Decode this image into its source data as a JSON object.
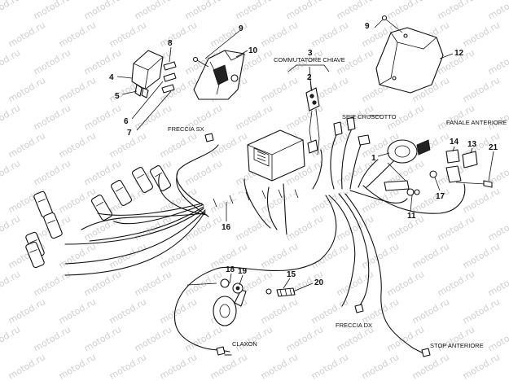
{
  "watermark": "motod.ru",
  "callouts": {
    "c1": "1",
    "c2": "2",
    "c3": "3",
    "c4": "4",
    "c5": "5",
    "c6": "6",
    "c7": "7",
    "c8": "8",
    "c9a": "9",
    "c9b": "9",
    "c10": "10",
    "c11": "11",
    "c12": "12",
    "c13": "13",
    "c14": "14",
    "c15": "15",
    "c16": "16",
    "c17": "17",
    "c18": "18",
    "c19": "19",
    "c20": "20",
    "c21": "21"
  },
  "captions": {
    "commutatore": "COMMUTATORE CHIAVE",
    "spie": "SPIE CRUSCOTTO",
    "fanale": "FANALE ANTERIORE",
    "freccia_sx": "FRECCIA SX",
    "freccia_dx": "FRECCIA DX",
    "claxon": "CLAXON",
    "stop": "STOP ANTERIORE"
  }
}
